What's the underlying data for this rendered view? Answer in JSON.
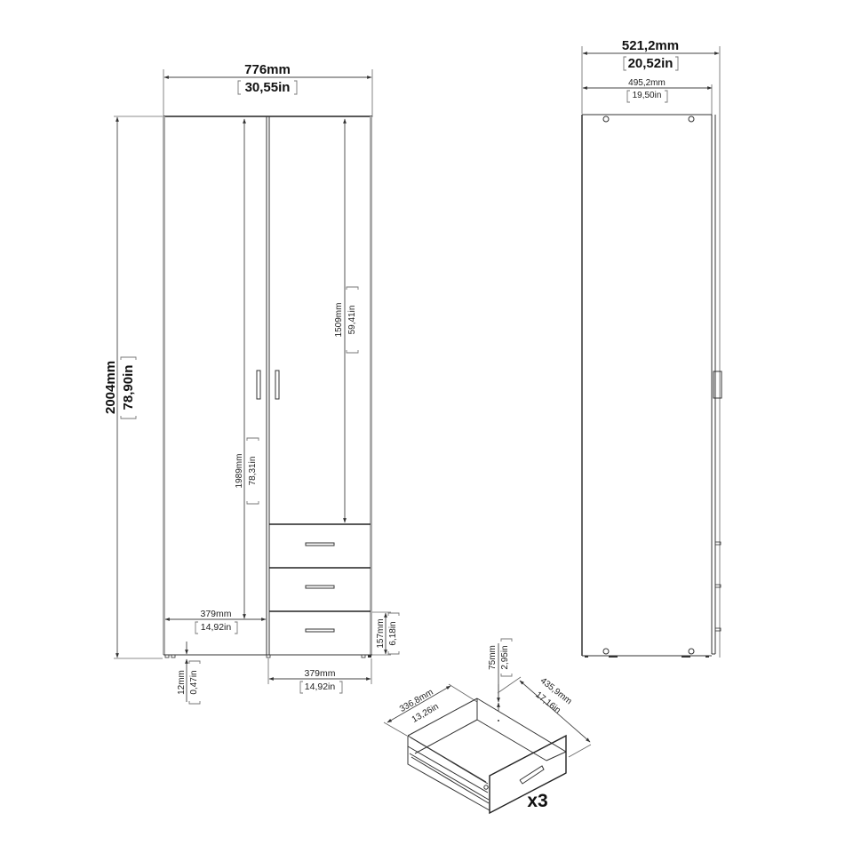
{
  "front_view": {
    "width_mm": "776mm",
    "width_in": "30,55in",
    "height_mm": "2004mm",
    "height_in": "78,90in",
    "door_height_mm": "1989mm",
    "door_height_in": "78,31in",
    "right_door_height_mm": "1509mm",
    "right_door_height_in": "59,41in",
    "left_section_width_mm": "379mm",
    "left_section_width_in": "14,92in",
    "right_section_width_mm": "379mm",
    "right_section_width_in": "14,92in",
    "drawer_height_mm": "157mm",
    "drawer_height_in": "6,18in",
    "leg_height_mm": "12mm",
    "leg_height_in": "0,47in"
  },
  "side_view": {
    "depth_mm": "521,2mm",
    "depth_in": "20,52in",
    "inner_depth_mm": "495,2mm",
    "inner_depth_in": "19,50in"
  },
  "drawer_detail": {
    "depth_mm": "336,8mm",
    "depth_in": "13,26in",
    "width_mm": "435,9mm",
    "width_in": "17,16in",
    "height_mm": "75mm",
    "height_in": "2,95in",
    "quantity": "x3"
  }
}
